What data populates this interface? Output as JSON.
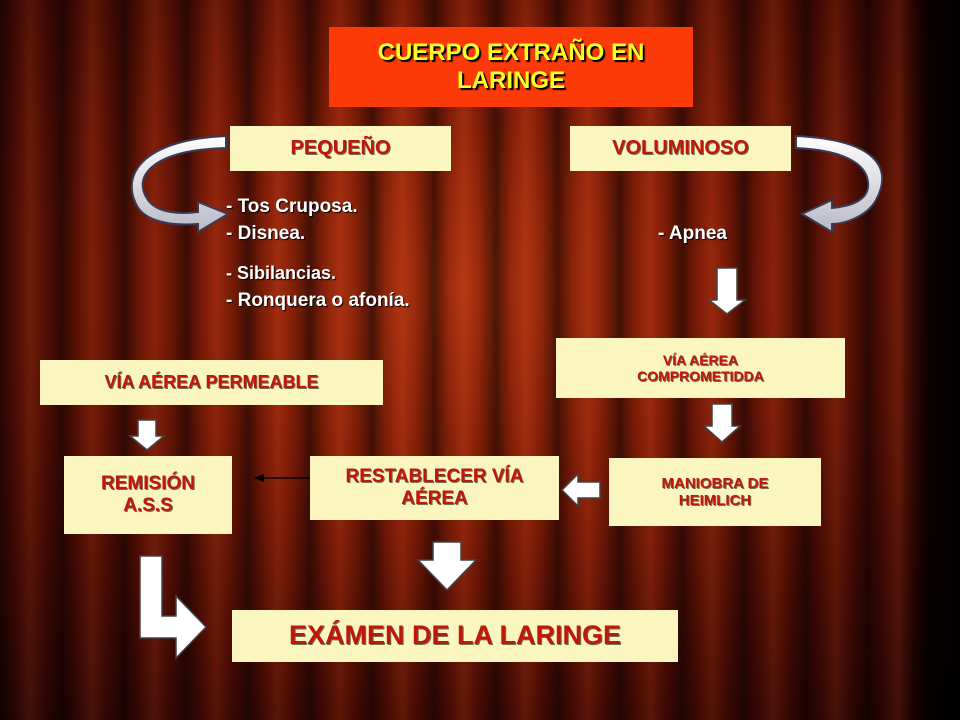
{
  "title": "CUERPO EXTRAÑO EN LARINGE",
  "branches": {
    "small": "PEQUEÑO",
    "large": "VOLUMINOSO"
  },
  "small_symptoms": [
    "- Tos Cruposa.",
    "- Disnea.",
    "- Sibilancias.",
    "- Ronquera o afonía."
  ],
  "large_symptom": "-   Apnea",
  "nodes": {
    "airway_patent": "VÍA AÉREA PERMEABLE",
    "airway_compromised": "VÍA AÉREA COMPROMETIDDA",
    "heimlich": "MANIOBRA DE HEIMLICH",
    "restore_airway": "RESTABLECER VÍA AÉREA",
    "remission": "REMISIÓN A.S.S",
    "exam": "EXÁMEN DE LA LARINGE"
  },
  "colors": {
    "title_bg": "#fb3a08",
    "title_text": "#ffff26",
    "box_bg": "#fbf5bf",
    "box_text": "#c0160b",
    "curtain": "#8a1e08"
  }
}
